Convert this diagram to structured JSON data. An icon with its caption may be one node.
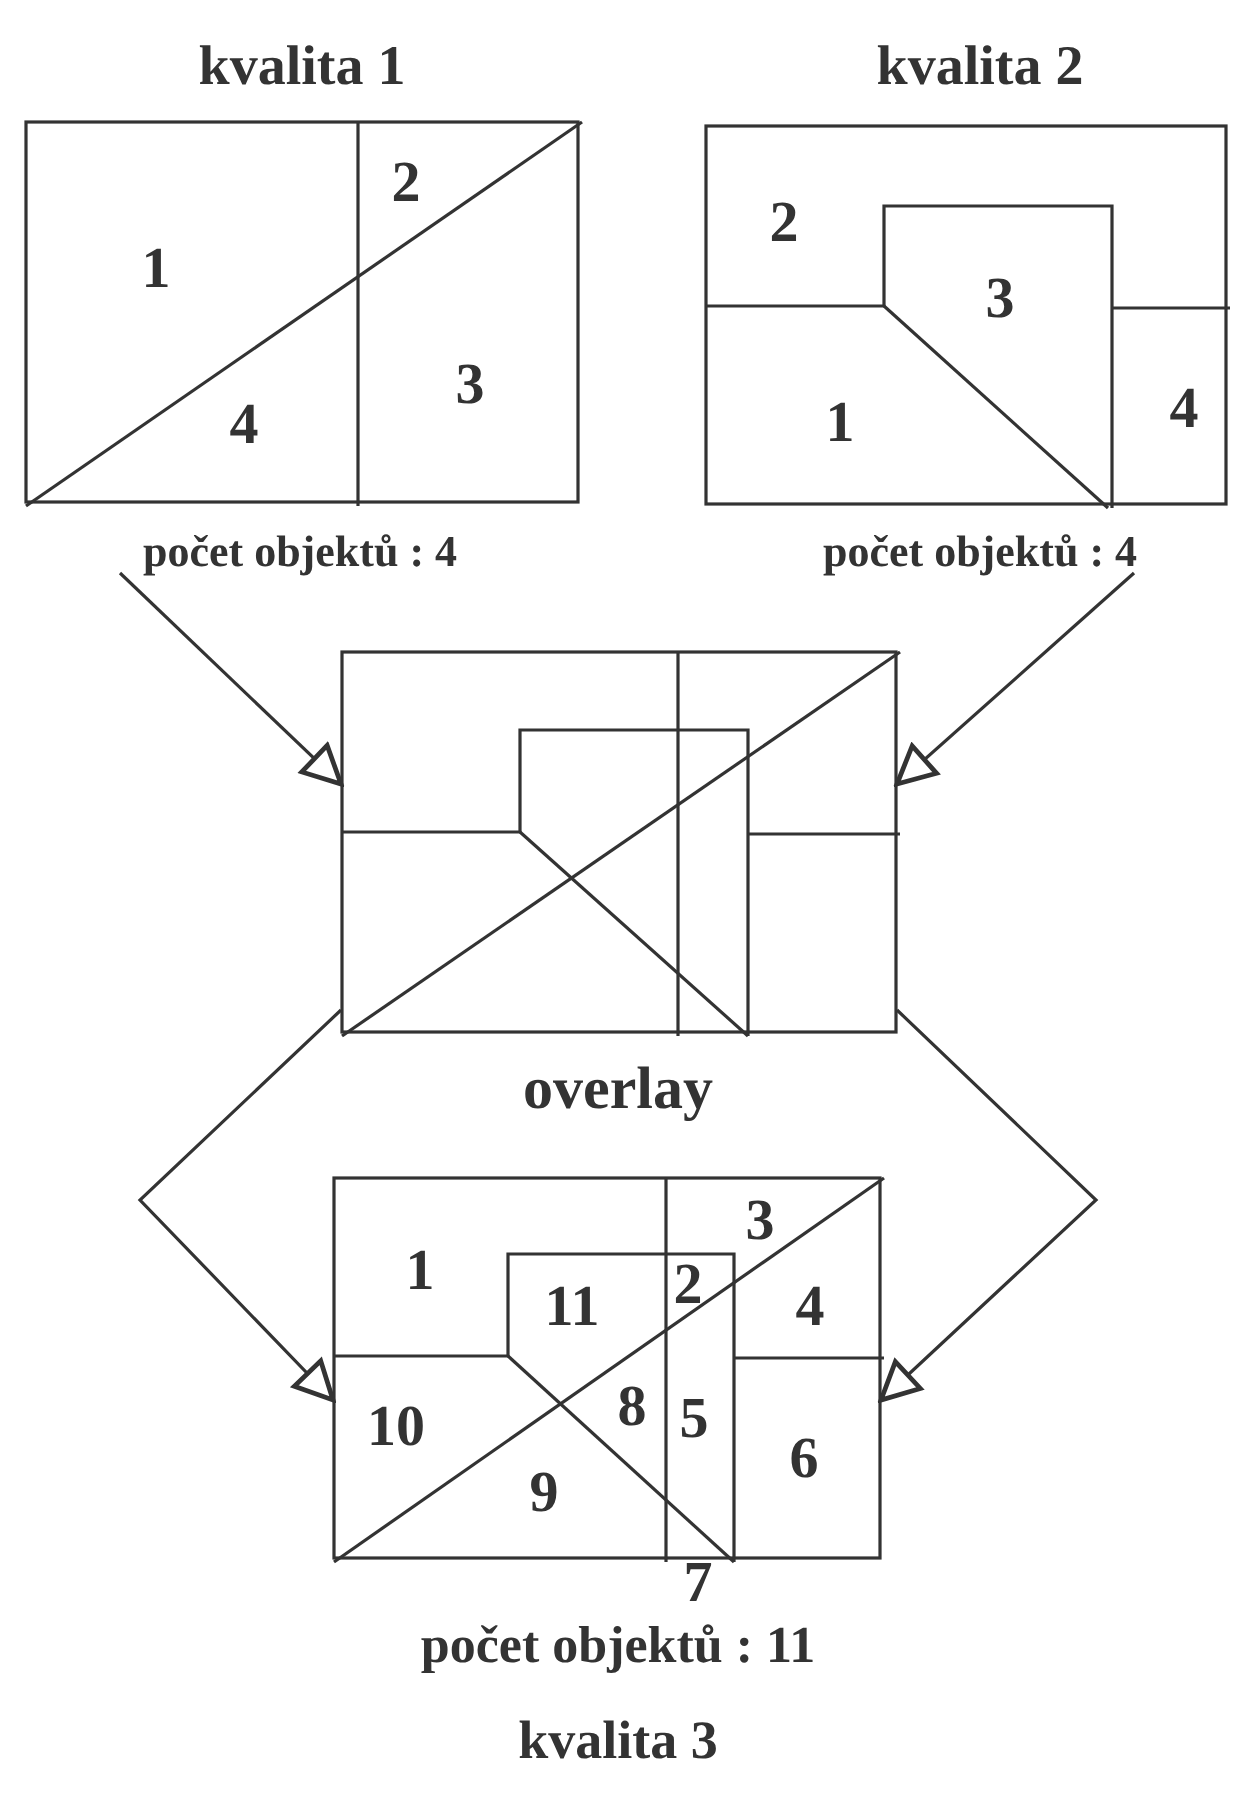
{
  "diagram": {
    "nodes": [
      {
        "text": [
          "kvalita 1"
        ],
        "beside": [
          "počet objektů : 4"
        ]
      },
      {
        "text": [
          "kvalita 2"
        ],
        "beside": [
          "počet objektů : 4"
        ]
      },
      {
        "text": [
          "overlay"
        ]
      },
      {
        "text": [
          "kvalita 3"
        ],
        "beside": [
          "počet objektů : 11"
        ]
      }
    ],
    "edges": [
      {
        "from": 0,
        "to": 2,
        "arrow": "to"
      },
      {
        "from": 1,
        "to": 2,
        "arrow": "to"
      },
      {
        "from": 2,
        "to": 3,
        "arrow": "to"
      },
      {
        "from": 2,
        "to": 3,
        "arrow": "to"
      }
    ],
    "labels": [
      "1",
      "2",
      "3",
      "4",
      "1",
      "2",
      "3",
      "4",
      "1",
      "2",
      "3",
      "4",
      "5",
      "6",
      "7",
      "8",
      "9",
      "10",
      "11"
    ]
  }
}
